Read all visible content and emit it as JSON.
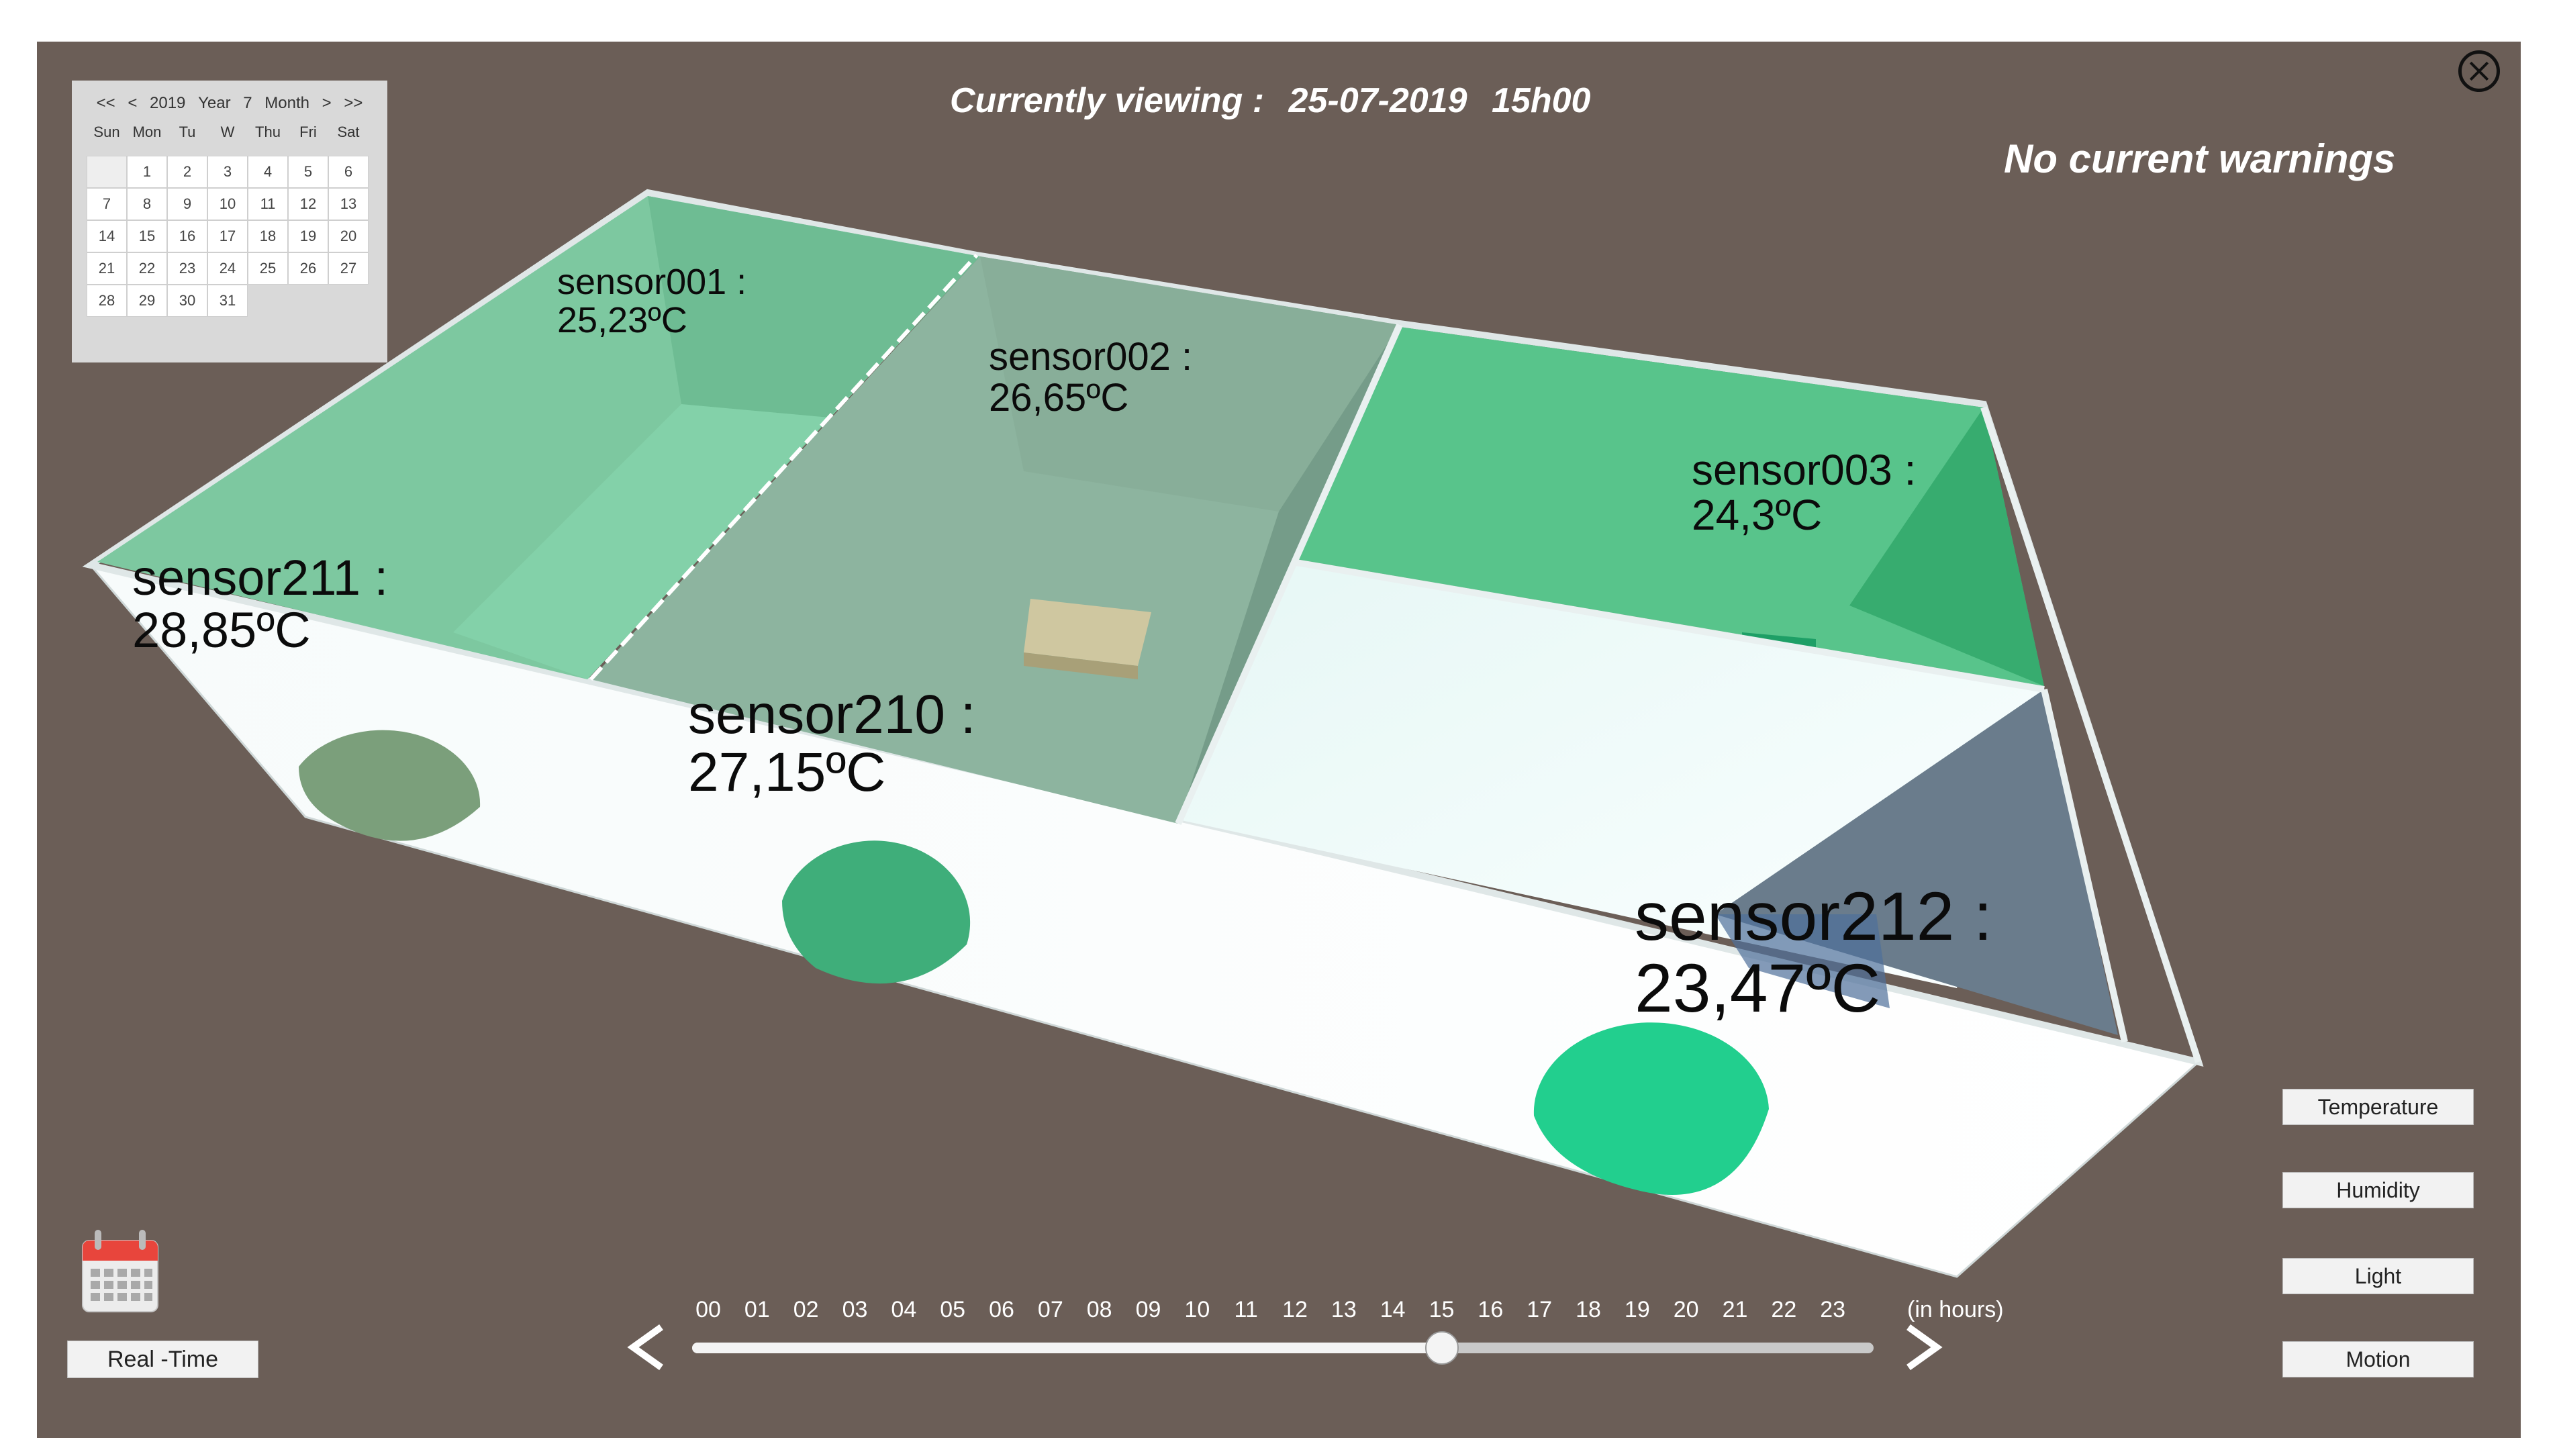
{
  "header": {
    "viewing_label": "Currently viewing :",
    "date": "25-07-2019",
    "time": "15h00",
    "warnings": "No current warnings"
  },
  "calendar": {
    "prev_year": "<<",
    "prev_month": "<",
    "year": "2019",
    "year_label": "Year",
    "month": "7",
    "month_label": "Month",
    "next_month": ">",
    "next_year": ">>",
    "weekdays": [
      "Sun",
      "Mon",
      "Tu",
      "W",
      "Thu",
      "Fri",
      "Sat"
    ],
    "leading_blanks": 1,
    "days": [
      "1",
      "2",
      "3",
      "4",
      "5",
      "6",
      "7",
      "8",
      "9",
      "10",
      "11",
      "12",
      "13",
      "14",
      "15",
      "16",
      "17",
      "18",
      "19",
      "20",
      "21",
      "22",
      "23",
      "24",
      "25",
      "26",
      "27",
      "28",
      "29",
      "30",
      "31"
    ]
  },
  "sensors": [
    {
      "id": "sensor001",
      "name": "sensor001 :",
      "value": "25,23ºC",
      "color": "#7cc8a0"
    },
    {
      "id": "sensor002",
      "name": "sensor002 :",
      "value": "26,65ºC",
      "color": "#8db5a0"
    },
    {
      "id": "sensor003",
      "name": "sensor003 :",
      "value": "24,3ºC",
      "color": "#54c28a"
    },
    {
      "id": "sensor211",
      "name": "sensor211 :",
      "value": "28,85ºC",
      "color": "#7aa07c"
    },
    {
      "id": "sensor210",
      "name": "sensor210 :",
      "value": "27,15ºC",
      "color": "#40b07a"
    },
    {
      "id": "sensor212",
      "name": "sensor212 :",
      "value": "23,47ºC",
      "color": "#22d090"
    }
  ],
  "timeline": {
    "hours": [
      "00",
      "01",
      "02",
      "03",
      "04",
      "05",
      "06",
      "07",
      "08",
      "09",
      "10",
      "11",
      "12",
      "13",
      "14",
      "15",
      "16",
      "17",
      "18",
      "19",
      "20",
      "21",
      "22",
      "23"
    ],
    "unit": "(in hours)",
    "current_hour": 15
  },
  "buttons": {
    "realtime": "Real -Time",
    "temperature": "Temperature",
    "humidity": "Humidity",
    "light": "Light",
    "motion": "Motion"
  },
  "colors": {
    "background": "#6b5e57",
    "wall": "#f4fbfb"
  }
}
